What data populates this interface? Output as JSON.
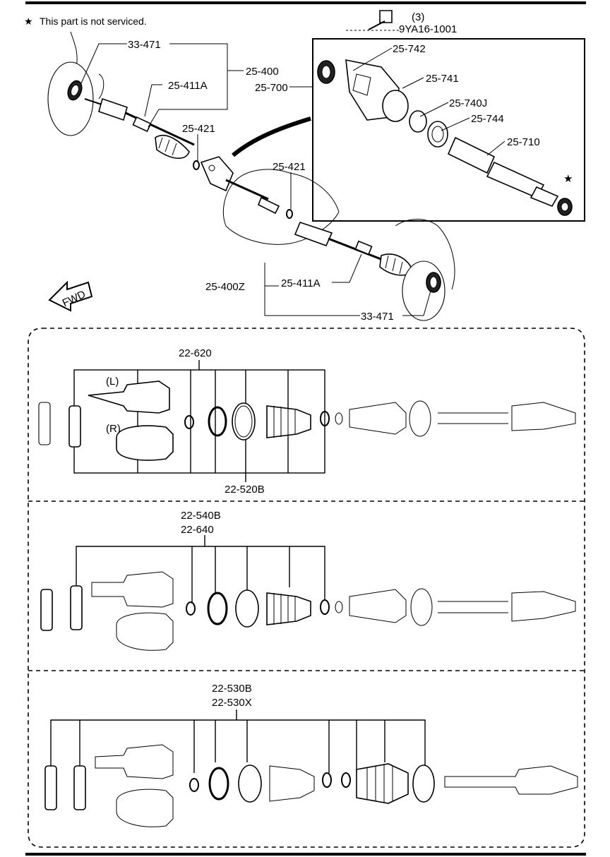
{
  "note": {
    "star": "★",
    "text": "This part is not serviced."
  },
  "labels": {
    "bolt": "9YA16-1001",
    "bolt_qty": "(3)",
    "seal_upper": "33-471",
    "shaft_assy_left": "25-400",
    "joint_left": "25-411A",
    "clip_upper": "25-421",
    "clip_lower": "25-421",
    "bearing_assy": "25-700",
    "p742": "25-742",
    "p741": "25-741",
    "p740j": "25-740J",
    "p744": "25-744",
    "p710": "25-710",
    "shaft_assy_right": "25-400Z",
    "joint_right": "25-411A",
    "seal_lower": "33-471",
    "fwd": "FWD",
    "kit1": "22-620",
    "kit1_bottom": "22-520B",
    "kit2_a": "22-540B",
    "kit2_b": "22-640",
    "kit3_a": "22-530B",
    "kit3_b": "22-530X",
    "side_l": "(L)",
    "side_r": "(R)"
  },
  "colors": {
    "ink": "#000000",
    "paper": "#ffffff"
  }
}
